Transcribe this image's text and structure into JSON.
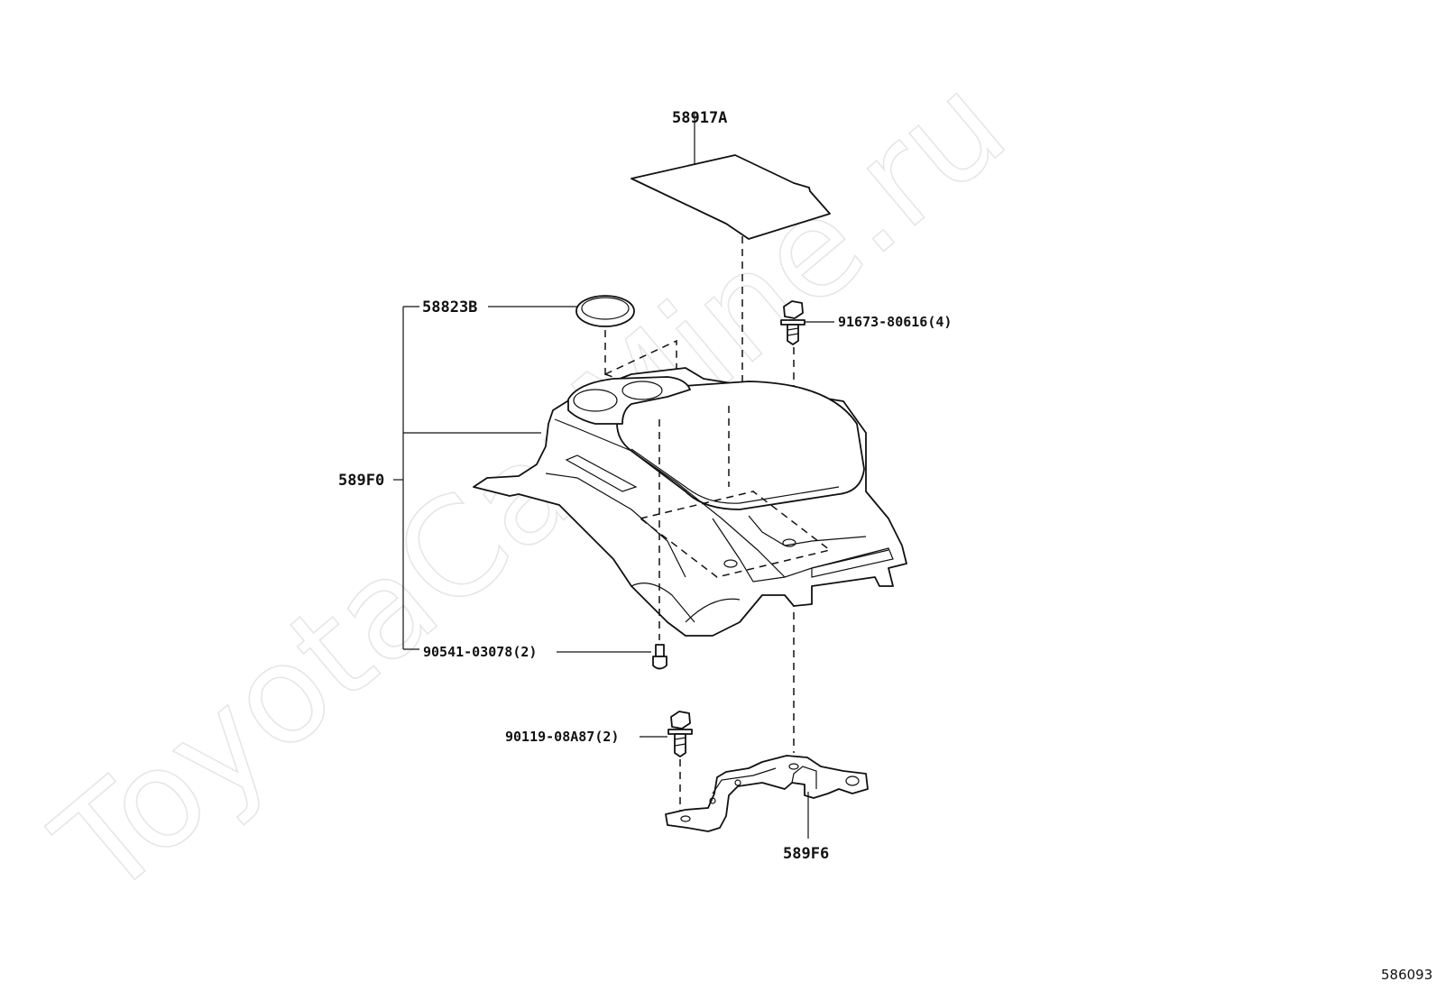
{
  "watermark": "ToyotaCarMine.ru",
  "diagram_id": "586093",
  "parts": {
    "tray": "58917A",
    "cup_ring": "58823B",
    "console": "589F0",
    "console_clip": "90541-03078(2)",
    "top_bolt": "91673-80616(4)",
    "bracket_bolt": "90119-08A87(2)",
    "bracket": "589F6"
  }
}
